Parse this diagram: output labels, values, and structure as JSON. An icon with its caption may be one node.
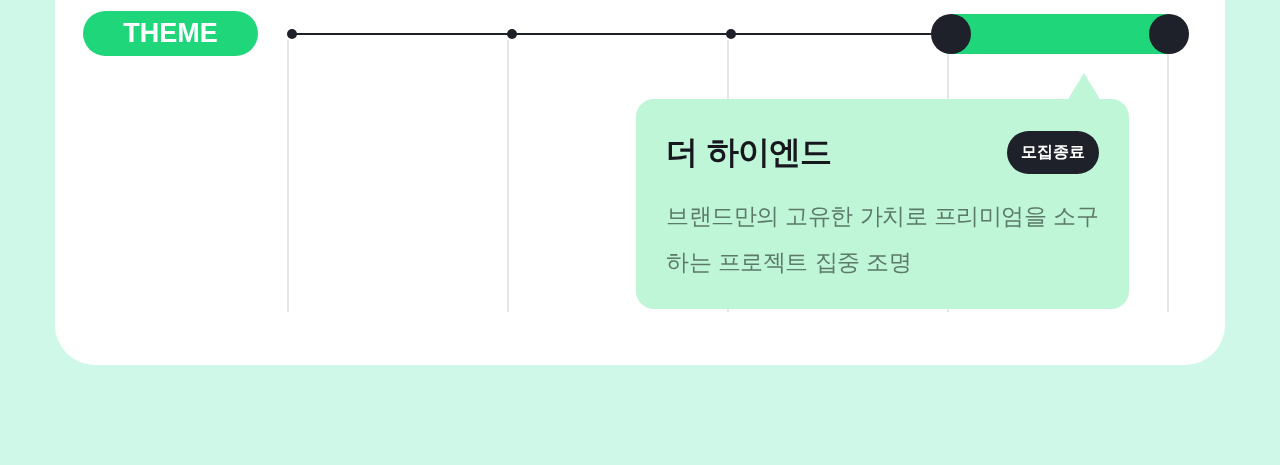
{
  "diagram": {
    "nodes": [
      {
        "text": [
          "THEME"
        ]
      },
      {
        "text": [
          "더 하이엔드",
          "모집종료",
          "브랜드만의 고유한 가치로 프리미엄을 소구하는 프로젝트 집중 조명"
        ]
      }
    ]
  }
}
